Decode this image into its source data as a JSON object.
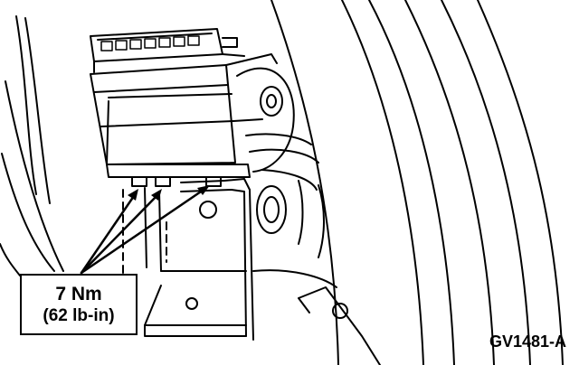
{
  "callout": {
    "torque_value": "7 Nm",
    "torque_alt": "(62 lb-in)"
  },
  "figure_id": "GV1481-A",
  "colors": {
    "ink": "#000000",
    "paper": "#ffffff"
  },
  "icons": [
    "arrow-icon"
  ]
}
